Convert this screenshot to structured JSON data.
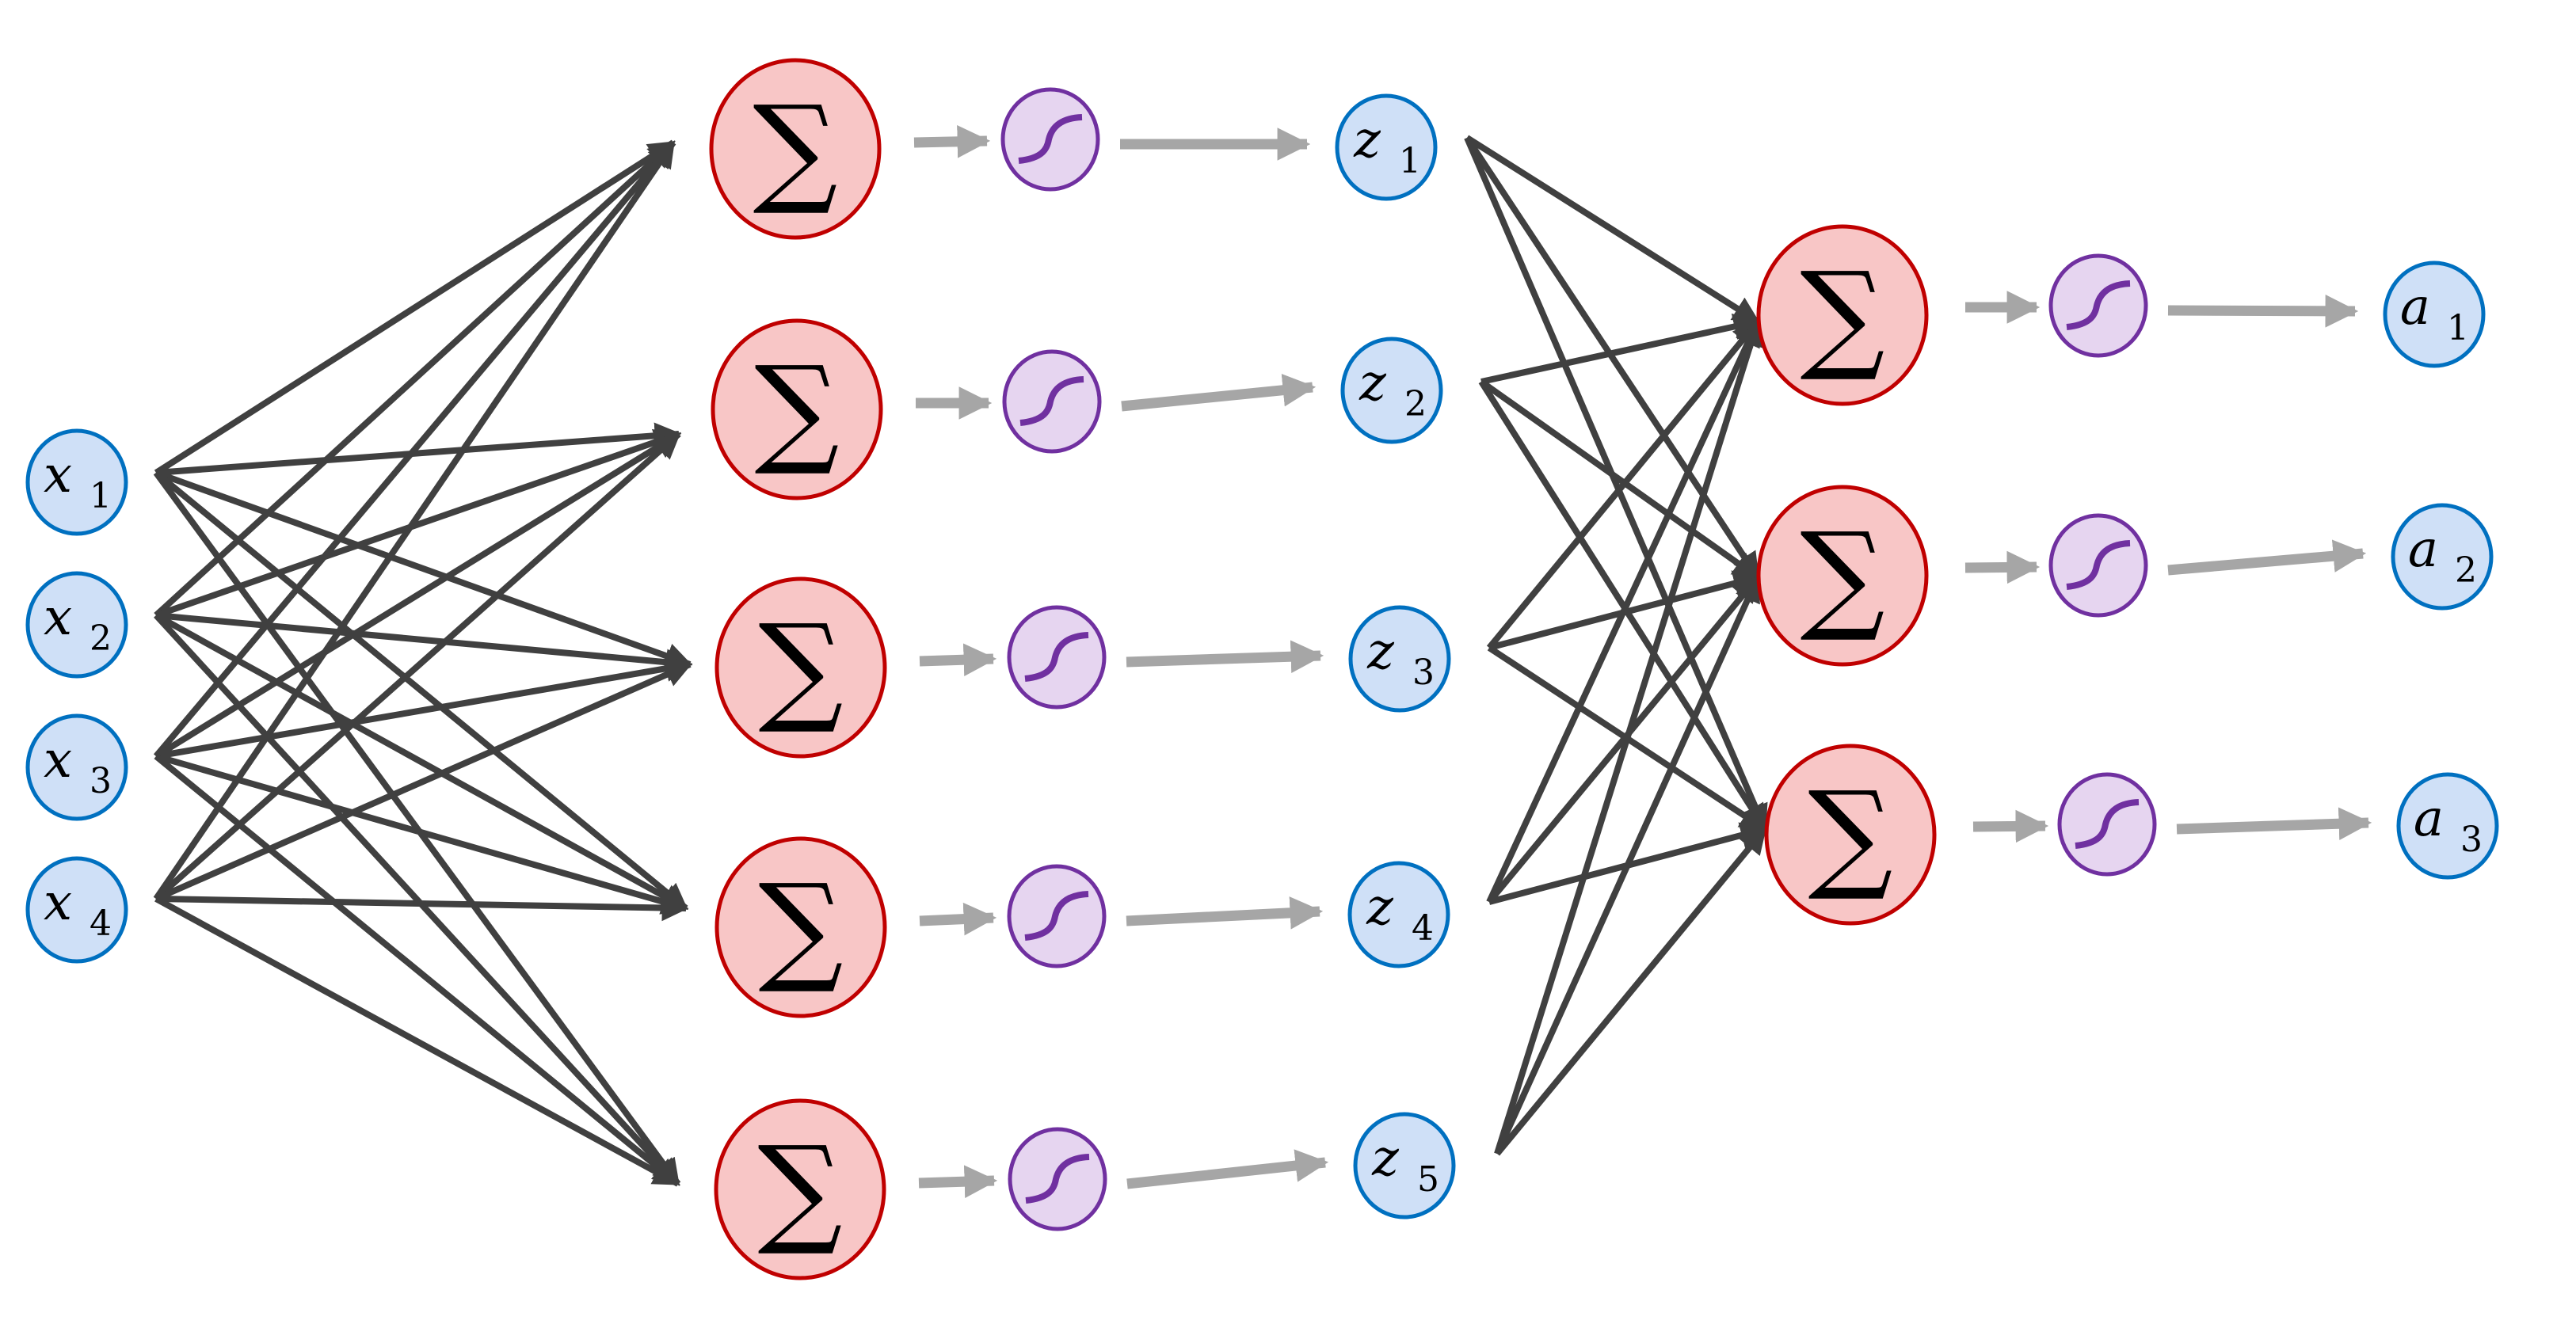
{
  "diagram": {
    "title": "",
    "type": "feed-forward neural network",
    "colors": {
      "edge": "#404040",
      "flow_arrow": "#A6A6A6",
      "variable_fill": "#CFE0F7",
      "variable_stroke": "#0070C0",
      "sum_fill": "#F8C6C6",
      "sum_stroke": "#C00000",
      "activation_fill": "#E6D5F0",
      "activation_stroke": "#7030A0"
    },
    "symbols": {
      "sum": "∑",
      "activation_icon": "sigmoid-icon"
    },
    "inputs": [
      {
        "base": "x",
        "sub": "1"
      },
      {
        "base": "x",
        "sub": "2"
      },
      {
        "base": "x",
        "sub": "3"
      },
      {
        "base": "x",
        "sub": "4"
      }
    ],
    "hidden_layer": {
      "units": 5,
      "outputs": [
        {
          "base": "z",
          "sub": "1"
        },
        {
          "base": "z",
          "sub": "2"
        },
        {
          "base": "z",
          "sub": "3"
        },
        {
          "base": "z",
          "sub": "4"
        },
        {
          "base": "z",
          "sub": "5"
        }
      ]
    },
    "output_layer": {
      "units": 3,
      "outputs": [
        {
          "base": "a",
          "sub": "1"
        },
        {
          "base": "a",
          "sub": "2"
        },
        {
          "base": "a",
          "sub": "3"
        }
      ]
    },
    "connectivity": "fully-connected"
  }
}
